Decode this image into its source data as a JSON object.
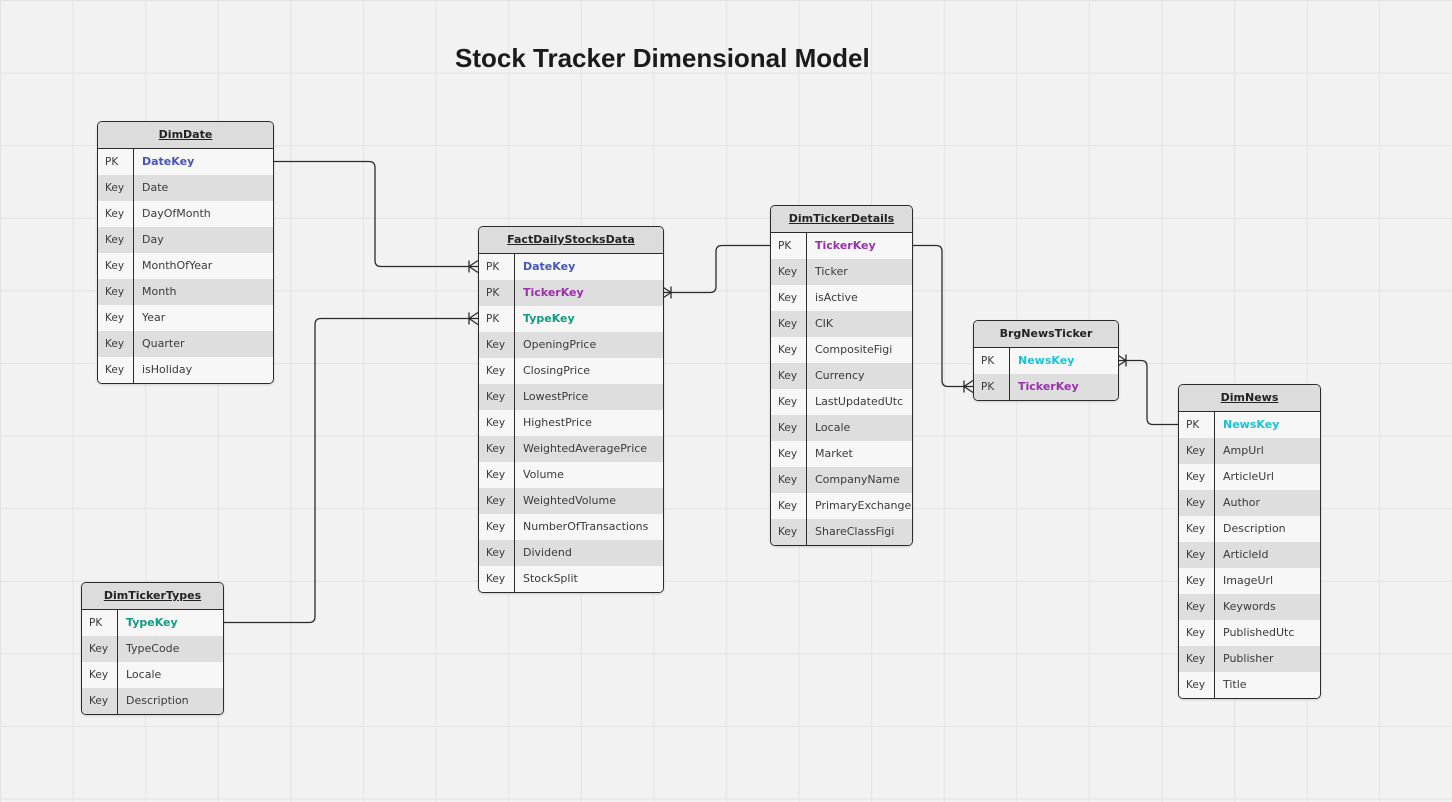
{
  "title": "Stock Tracker Dimensional Model",
  "colors": {
    "DateKey": "#4754b8",
    "TickerKey": "#9b2fae",
    "TypeKey": "#119a86",
    "NewsKey": "#17c3d6"
  },
  "tables": [
    {
      "id": "DimDate",
      "name": "DimDate",
      "underline": true,
      "columns": [
        {
          "key": "PK",
          "name": "DateKey"
        },
        {
          "key": "Key",
          "name": "Date"
        },
        {
          "key": "Key",
          "name": "DayOfMonth"
        },
        {
          "key": "Key",
          "name": "Day"
        },
        {
          "key": "Key",
          "name": "MonthOfYear"
        },
        {
          "key": "Key",
          "name": "Month"
        },
        {
          "key": "Key",
          "name": "Year"
        },
        {
          "key": "Key",
          "name": "Quarter"
        },
        {
          "key": "Key",
          "name": "isHoliday"
        }
      ]
    },
    {
      "id": "FactDailyStocksData",
      "name": "FactDailyStocksData",
      "underline": true,
      "columns": [
        {
          "key": "PK",
          "name": "DateKey"
        },
        {
          "key": "PK",
          "name": "TickerKey"
        },
        {
          "key": "PK",
          "name": "TypeKey"
        },
        {
          "key": "Key",
          "name": "OpeningPrice"
        },
        {
          "key": "Key",
          "name": "ClosingPrice"
        },
        {
          "key": "Key",
          "name": "LowestPrice"
        },
        {
          "key": "Key",
          "name": "HighestPrice"
        },
        {
          "key": "Key",
          "name": "WeightedAveragePrice"
        },
        {
          "key": "Key",
          "name": "Volume"
        },
        {
          "key": "Key",
          "name": "WeightedVolume"
        },
        {
          "key": "Key",
          "name": "NumberOfTransactions"
        },
        {
          "key": "Key",
          "name": "Dividend"
        },
        {
          "key": "Key",
          "name": "StockSplit"
        }
      ]
    },
    {
      "id": "DimTickerDetails",
      "name": "DimTickerDetails",
      "underline": true,
      "columns": [
        {
          "key": "PK",
          "name": "TickerKey"
        },
        {
          "key": "Key",
          "name": "Ticker"
        },
        {
          "key": "Key",
          "name": "isActive"
        },
        {
          "key": "Key",
          "name": "CIK"
        },
        {
          "key": "Key",
          "name": "CompositeFigi"
        },
        {
          "key": "Key",
          "name": "Currency"
        },
        {
          "key": "Key",
          "name": "LastUpdatedUtc"
        },
        {
          "key": "Key",
          "name": "Locale"
        },
        {
          "key": "Key",
          "name": "Market"
        },
        {
          "key": "Key",
          "name": "CompanyName"
        },
        {
          "key": "Key",
          "name": "PrimaryExchange"
        },
        {
          "key": "Key",
          "name": "ShareClassFigi"
        }
      ]
    },
    {
      "id": "BrgNewsTicker",
      "name": "BrgNewsTicker",
      "underline": false,
      "columns": [
        {
          "key": "PK",
          "name": "NewsKey"
        },
        {
          "key": "PK",
          "name": "TickerKey"
        }
      ]
    },
    {
      "id": "DimNews",
      "name": "DimNews",
      "underline": true,
      "columns": [
        {
          "key": "PK",
          "name": "NewsKey"
        },
        {
          "key": "Key",
          "name": "AmpUrl"
        },
        {
          "key": "Key",
          "name": "ArticleUrl"
        },
        {
          "key": "Key",
          "name": "Author"
        },
        {
          "key": "Key",
          "name": "Description"
        },
        {
          "key": "Key",
          "name": "ArticleId"
        },
        {
          "key": "Key",
          "name": "ImageUrl"
        },
        {
          "key": "Key",
          "name": "Keywords"
        },
        {
          "key": "Key",
          "name": "PublishedUtc"
        },
        {
          "key": "Key",
          "name": "Publisher"
        },
        {
          "key": "Key",
          "name": "Title"
        }
      ]
    },
    {
      "id": "DimTickerTypes",
      "name": "DimTickerTypes",
      "underline": true,
      "columns": [
        {
          "key": "PK",
          "name": "TypeKey"
        },
        {
          "key": "Key",
          "name": "TypeCode"
        },
        {
          "key": "Key",
          "name": "Locale"
        },
        {
          "key": "Key",
          "name": "Description"
        }
      ]
    }
  ],
  "relationships": [
    {
      "from": "DimDate.DateKey",
      "to": "FactDailyStocksData.DateKey",
      "cardinality": "one-to-many"
    },
    {
      "from": "DimTickerTypes.TypeKey",
      "to": "FactDailyStocksData.TypeKey",
      "cardinality": "one-to-many"
    },
    {
      "from": "DimTickerDetails.TickerKey",
      "to": "FactDailyStocksData.TickerKey",
      "cardinality": "one-to-many"
    },
    {
      "from": "DimTickerDetails.TickerKey",
      "to": "BrgNewsTicker.TickerKey",
      "cardinality": "one-to-many"
    },
    {
      "from": "DimNews.NewsKey",
      "to": "BrgNewsTicker.NewsKey",
      "cardinality": "one-to-many"
    }
  ]
}
